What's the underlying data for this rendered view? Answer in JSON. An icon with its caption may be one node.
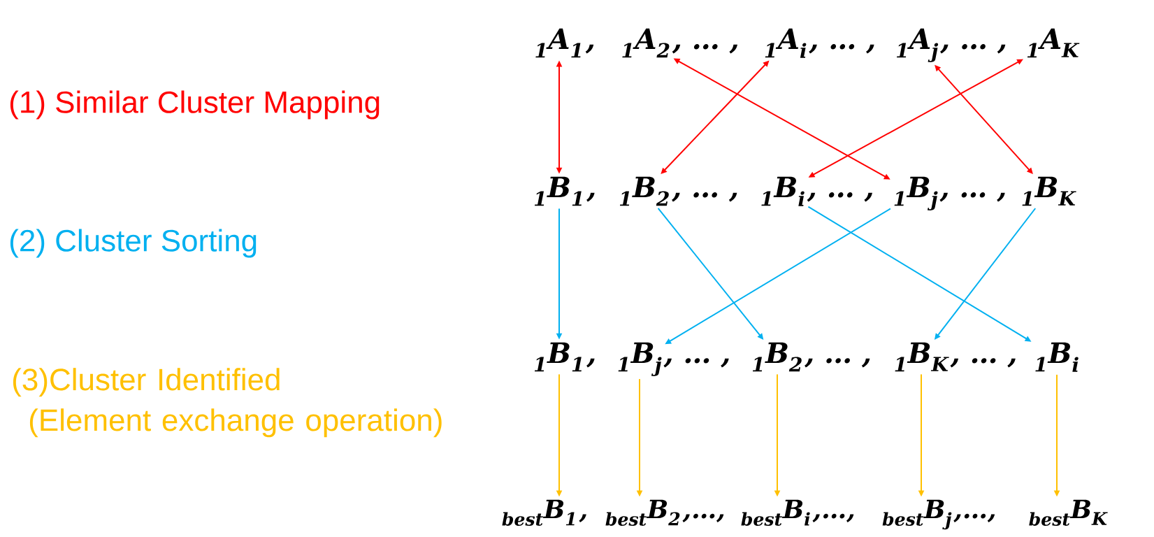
{
  "diagram": {
    "nodes": [
      {
        "text": [
          "$_{1}$A$_{1}$"
        ]
      },
      {
        "text": [
          "$_{1}$A$_{2}$"
        ]
      },
      {
        "text": [
          "$_{1}$A$_{i}$"
        ]
      },
      {
        "text": [
          "$_{1}$A$_{j}$"
        ]
      },
      {
        "text": [
          "$_{1}$A$_{K}$"
        ]
      },
      {
        "text": [
          "$_{1}$B$_{1}$"
        ]
      },
      {
        "text": [
          "$_{1}$B$_{2}$"
        ]
      },
      {
        "text": [
          "$_{1}$B$_{i}$"
        ]
      },
      {
        "text": [
          "$_{1}$B$_{j}$"
        ]
      },
      {
        "text": [
          "$_{1}$B$_{K}$"
        ]
      },
      {
        "text": [
          "$_{1}$B$_{1}$"
        ]
      },
      {
        "text": [
          "$_{1}$B$_{j}$"
        ]
      },
      {
        "text": [
          "$_{1}$B$_{2}$"
        ]
      },
      {
        "text": [
          "$_{1}$B$_{K}$"
        ]
      },
      {
        "text": [
          "$_{1}$B$_{i}$"
        ]
      },
      {
        "text": [
          "$_{best}$B$_{1}$"
        ]
      },
      {
        "text": [
          "$_{best}$B$_{2}$"
        ]
      },
      {
        "text": [
          "$_{best}$B$_{i}$"
        ]
      },
      {
        "text": [
          "$_{best}$B$_{j}$"
        ]
      },
      {
        "text": [
          "$_{best}$B$_{K}$"
        ]
      }
    ],
    "edges": [
      {
        "from": 0,
        "to": 5,
        "arrow": "both",
        "color": "#ff0000"
      },
      {
        "from": 1,
        "to": 8,
        "arrow": "both",
        "color": "#ff0000"
      },
      {
        "from": 2,
        "to": 6,
        "arrow": "both",
        "color": "#ff0000"
      },
      {
        "from": 3,
        "to": 9,
        "arrow": "both",
        "color": "#ff0000"
      },
      {
        "from": 4,
        "to": 7,
        "arrow": "both",
        "color": "#ff0000"
      },
      {
        "from": 5,
        "to": 10,
        "arrow": "to",
        "color": "#00b0f0"
      },
      {
        "from": 6,
        "to": 12,
        "arrow": "to",
        "color": "#00b0f0"
      },
      {
        "from": 7,
        "to": 14,
        "arrow": "to",
        "color": "#00b0f0"
      },
      {
        "from": 8,
        "to": 11,
        "arrow": "to",
        "color": "#00b0f0"
      },
      {
        "from": 9,
        "to": 13,
        "arrow": "to",
        "color": "#00b0f0"
      },
      {
        "from": 10,
        "to": 15,
        "arrow": "to",
        "color": "#ffc000"
      },
      {
        "from": 11,
        "to": 16,
        "arrow": "to",
        "color": "#ffc000"
      },
      {
        "from": 12,
        "to": 17,
        "arrow": "to",
        "color": "#ffc000"
      },
      {
        "from": 13,
        "to": 18,
        "arrow": "to",
        "color": "#ffc000"
      },
      {
        "from": 14,
        "to": 19,
        "arrow": "to",
        "color": "#ffc000"
      }
    ],
    "labels": [
      "(1) Similar Cluster Mapping",
      "(2) Cluster Sorting",
      "(3)Cluster Identified (Element exchange operation)",
      ",",
      ", … ,",
      ", … ,",
      ", … ,",
      ",",
      ", … ,",
      ", … ,",
      ", … ,",
      ",",
      ", … ,",
      ", … ,",
      ", … ,",
      ",",
      ",…,",
      ",…,",
      ",…,"
    ]
  }
}
